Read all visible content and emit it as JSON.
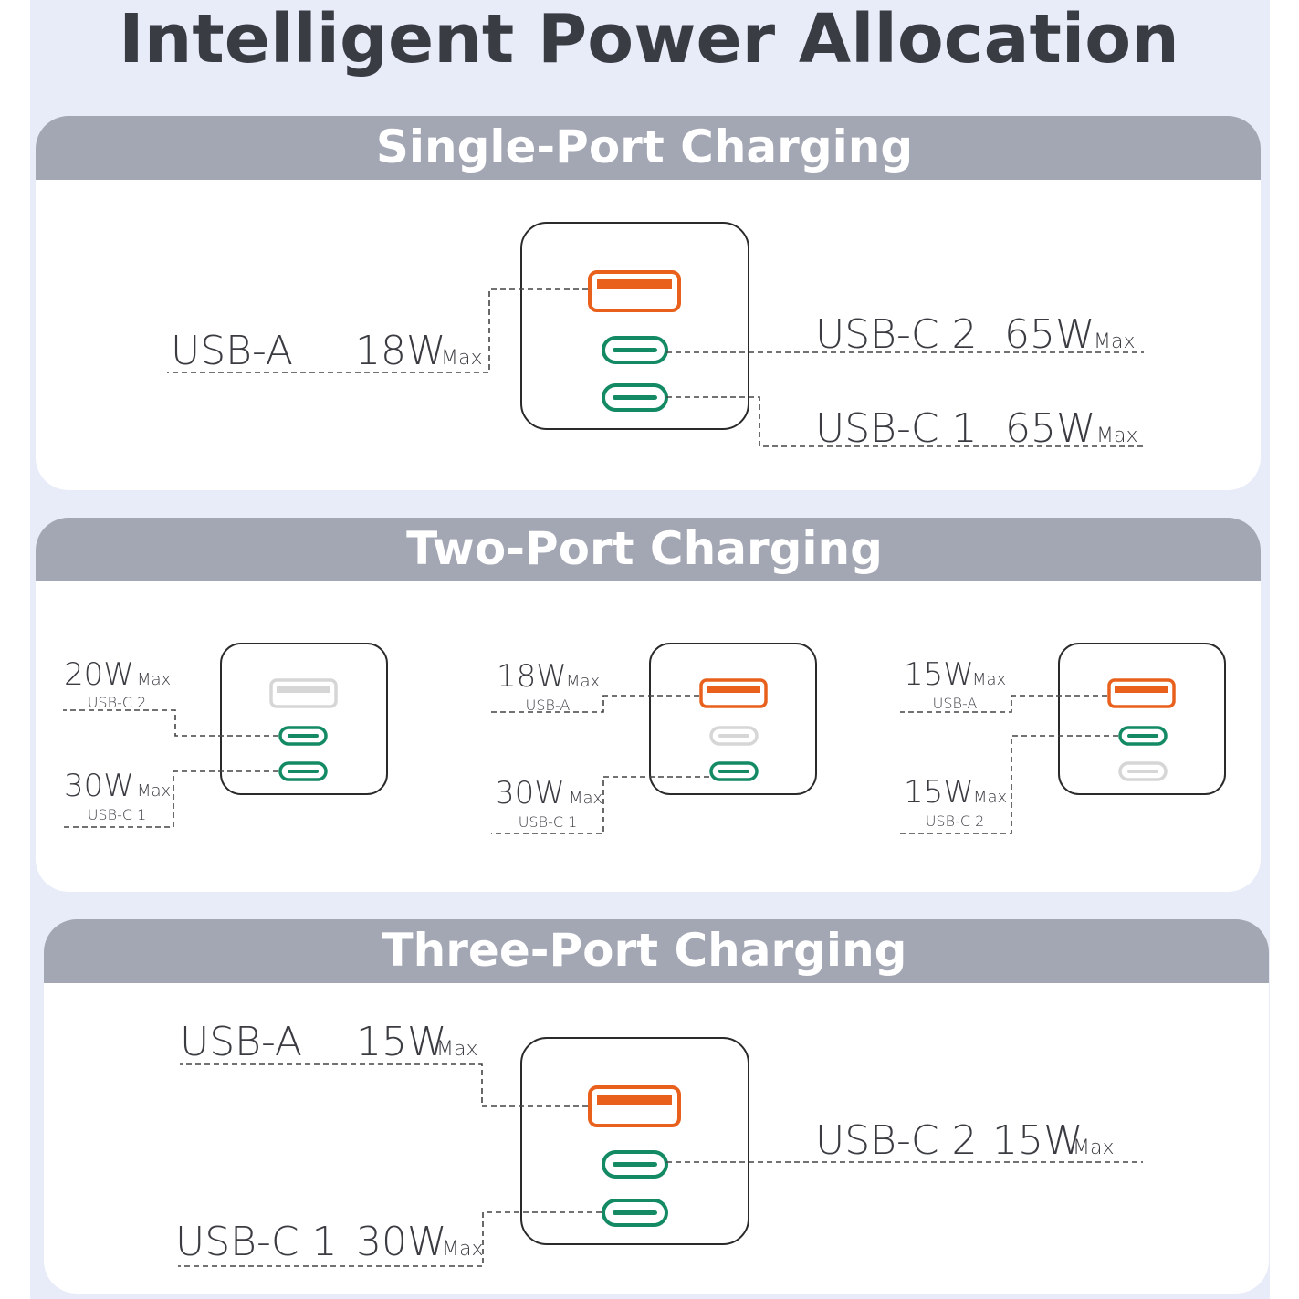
{
  "title": "Intelligent Power Allocation",
  "colors": {
    "page_bg": "#e8ebf8",
    "panel_header": "#a3a6b3",
    "panel_body": "#ffffff",
    "usb_a_active": "#e8601c",
    "usb_c_active": "#138a63",
    "port_inactive": "#d6d6d6",
    "text": "#3a3c42"
  },
  "sections": {
    "single": {
      "header": "Single-Port Charging",
      "usba": {
        "port": "USB-A",
        "power": "18W",
        "max": "Max"
      },
      "usbc2": {
        "port": "USB-C 2",
        "power": "65W",
        "max": "Max"
      },
      "usbc1": {
        "port": "USB-C 1",
        "power": "65W",
        "max": "Max"
      }
    },
    "two": {
      "header": "Two-Port Charging",
      "combos": [
        {
          "top": {
            "power": "20W",
            "max": "Max",
            "port": "USB-C 2"
          },
          "bottom": {
            "power": "30W",
            "max": "Max",
            "port": "USB-C 1"
          }
        },
        {
          "top": {
            "power": "18W",
            "max": "Max",
            "port": "USB-A"
          },
          "bottom": {
            "power": "30W",
            "max": "Max",
            "port": "USB-C 1"
          }
        },
        {
          "top": {
            "power": "15W",
            "max": "Max",
            "port": "USB-A"
          },
          "bottom": {
            "power": "15W",
            "max": "Max",
            "port": "USB-C 2"
          }
        }
      ]
    },
    "three": {
      "header": "Three-Port Charging",
      "usba": {
        "port": "USB-A",
        "power": "15W",
        "max": "Max"
      },
      "usbc2": {
        "port": "USB-C 2",
        "power": "15W",
        "max": "Max"
      },
      "usbc1": {
        "port": "USB-C 1",
        "power": "30W",
        "max": "Max"
      }
    }
  }
}
